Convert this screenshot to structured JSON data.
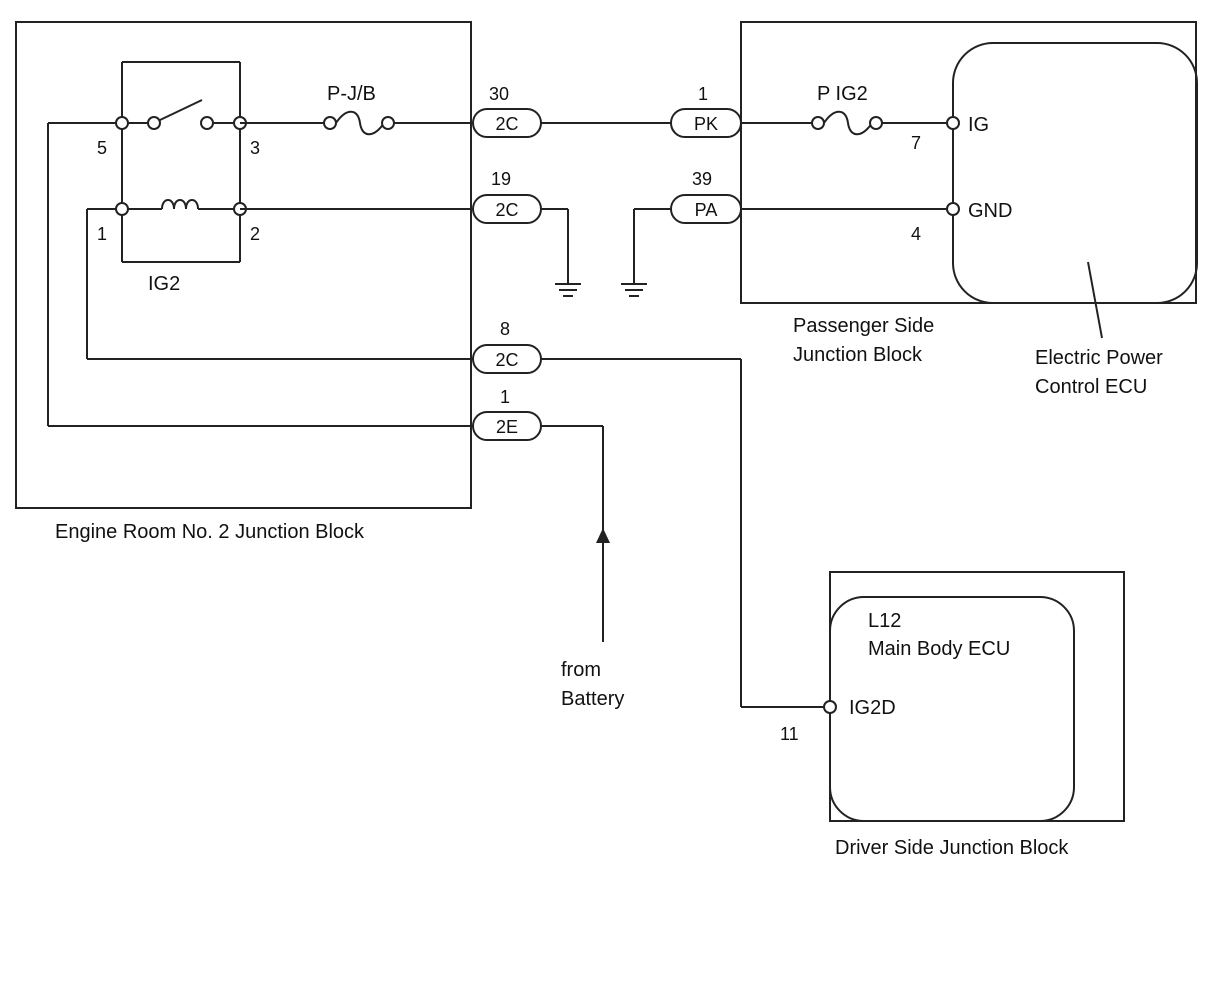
{
  "blocks": {
    "engine_room": "Engine Room No. 2 Junction Block",
    "passenger_line1": "Passenger Side",
    "passenger_line2": "Junction Block",
    "driver": "Driver Side Junction Block"
  },
  "relay": {
    "name": "IG2",
    "pins": [
      "5",
      "3",
      "1",
      "2"
    ]
  },
  "fuses": {
    "pjb": "P-J/B",
    "pig2": "P IG2"
  },
  "connectors": [
    {
      "pin": "30",
      "code": "2C"
    },
    {
      "pin": "19",
      "code": "2C"
    },
    {
      "pin": "8",
      "code": "2C"
    },
    {
      "pin": "1",
      "code": "2E"
    },
    {
      "pin": "1",
      "code": "PK"
    },
    {
      "pin": "39",
      "code": "PA"
    }
  ],
  "eps_ecu": {
    "label_line1": "Electric Power",
    "label_line2": "Control ECU",
    "terminals": [
      {
        "name": "IG",
        "pin": "7"
      },
      {
        "name": "GND",
        "pin": "4"
      }
    ]
  },
  "body_ecu": {
    "code": "L12",
    "name": "Main Body ECU",
    "terminal": {
      "name": "IG2D",
      "pin": "11"
    }
  },
  "battery": {
    "line1": "from",
    "line2": "Battery"
  }
}
